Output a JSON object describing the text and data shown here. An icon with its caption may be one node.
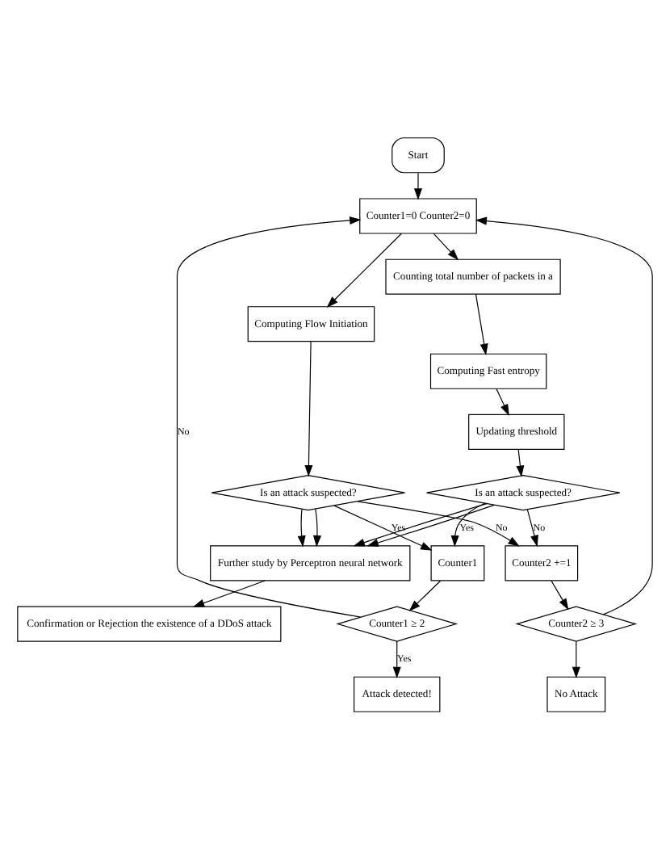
{
  "diagram": {
    "nodes": [
      {
        "text": [
          "Start"
        ]
      },
      {
        "text": [
          "Counter1=0 Counter2=0"
        ]
      },
      {
        "text": [
          "Counting total number of packets in a"
        ]
      },
      {
        "text": [
          "Computing Flow Initiation"
        ]
      },
      {
        "text": [
          "Computing Fast entropy"
        ]
      },
      {
        "text": [
          "Updating threshold"
        ]
      },
      {
        "text": [
          "Is an attack suspected?"
        ]
      },
      {
        "text": [
          "Is an attack suspected?"
        ]
      },
      {
        "text": [
          "Counter1 ≥ 2"
        ]
      },
      {
        "text": [
          "Attack detected!"
        ]
      },
      {
        "text": [
          "Counter1"
        ]
      },
      {
        "text": [
          "Counter2 ≥ 3"
        ]
      },
      {
        "text": [
          "No Attack"
        ]
      },
      {
        "text": [
          "Counter2 +=1"
        ]
      },
      {
        "text": [
          "Further study by Perceptron neural network"
        ]
      },
      {
        "text": [
          "Confirmation or Rejection the existence of a DDoS attack"
        ]
      }
    ],
    "edges": [
      {
        "from": 0,
        "to": 1,
        "arrow": "to"
      },
      {
        "from": 1,
        "to": 3,
        "arrow": "to"
      },
      {
        "from": 1,
        "to": 2,
        "arrow": "to"
      },
      {
        "from": 2,
        "to": 4,
        "arrow": "to"
      },
      {
        "from": 4,
        "to": 5,
        "arrow": "to"
      },
      {
        "from": 3,
        "to": 6,
        "arrow": "to"
      },
      {
        "from": 5,
        "to": 7,
        "arrow": "to"
      },
      {
        "from": 6,
        "to": 10,
        "label": "Yes",
        "arrow": "to"
      },
      {
        "from": 7,
        "to": 10,
        "label": "Yes",
        "arrow": "to"
      },
      {
        "from": 6,
        "to": 13,
        "label": "No",
        "arrow": "to"
      },
      {
        "from": 7,
        "to": 13,
        "label": "No",
        "arrow": "to"
      },
      {
        "from": 10,
        "to": 8,
        "arrow": "to"
      },
      {
        "from": 8,
        "to": 9,
        "label": "Yes",
        "arrow": "to"
      },
      {
        "from": 8,
        "to": 1,
        "label": "No",
        "arrow": "to"
      },
      {
        "from": 13,
        "to": 11,
        "arrow": "to"
      },
      {
        "from": 11,
        "to": 12,
        "arrow": "to"
      },
      {
        "from": 11,
        "to": 1,
        "arrow": "to"
      },
      {
        "from": 6,
        "to": 14,
        "arrow": "to"
      },
      {
        "from": 7,
        "to": 14,
        "arrow": "to"
      },
      {
        "from": 6,
        "to": 14,
        "arrow": "to"
      },
      {
        "from": 7,
        "to": 14,
        "arrow": "to"
      },
      {
        "from": 14,
        "to": 15,
        "arrow": "to"
      }
    ]
  }
}
